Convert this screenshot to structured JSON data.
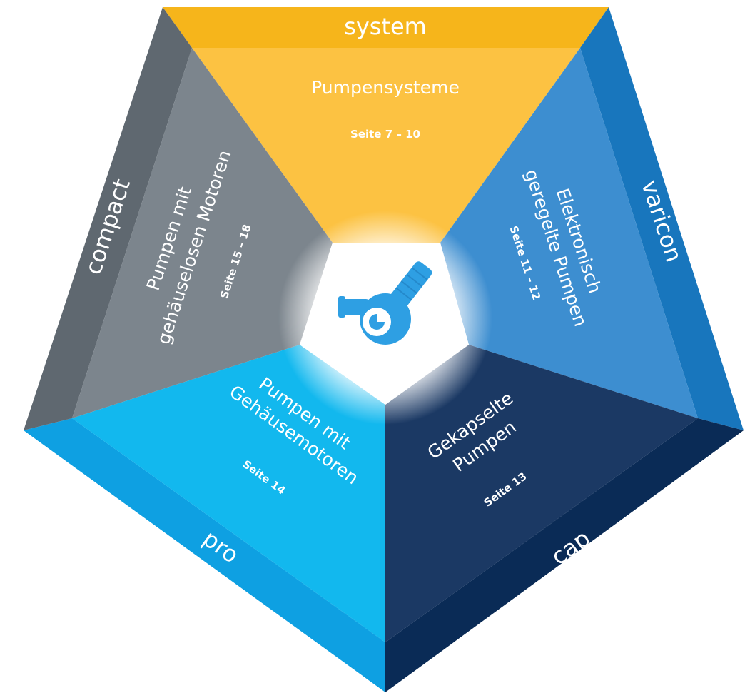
{
  "segments": {
    "system": {
      "edge_label": "system",
      "title_lines": [
        "Pumpensysteme"
      ],
      "pages": "Seite 7 – 10",
      "colors": {
        "outer": "#F6B51B",
        "inner": "#FCC242"
      }
    },
    "varicon": {
      "edge_label": "varicon",
      "title_lines": [
        "Elektronisch",
        "geregelte Pumpen"
      ],
      "pages": "Seite 11 – 12",
      "colors": {
        "outer": "#1876BD",
        "inner": "#3D8ED0"
      }
    },
    "cap": {
      "edge_label": "cap",
      "title_lines": [
        "Gekapselte",
        "Pumpen"
      ],
      "pages": "Seite 13",
      "colors": {
        "outer": "#0A2B56",
        "inner": "#1B3964"
      }
    },
    "pro": {
      "edge_label": "pro",
      "title_lines": [
        "Pumpen mit",
        "Gehäusemotoren"
      ],
      "pages": "Seite 14",
      "colors": {
        "outer": "#0EA0E2",
        "inner": "#12B8EE"
      }
    },
    "compact": {
      "edge_label": "compact",
      "title_lines": [
        "Pumpen mit",
        "gehäuselosen Motoren"
      ],
      "pages": "Seite 15 – 18",
      "colors": {
        "outer": "#5F6870",
        "inner": "#7C858D"
      }
    }
  },
  "center": {
    "icon": "pump-icon",
    "icon_color": "#2E9FE3"
  }
}
